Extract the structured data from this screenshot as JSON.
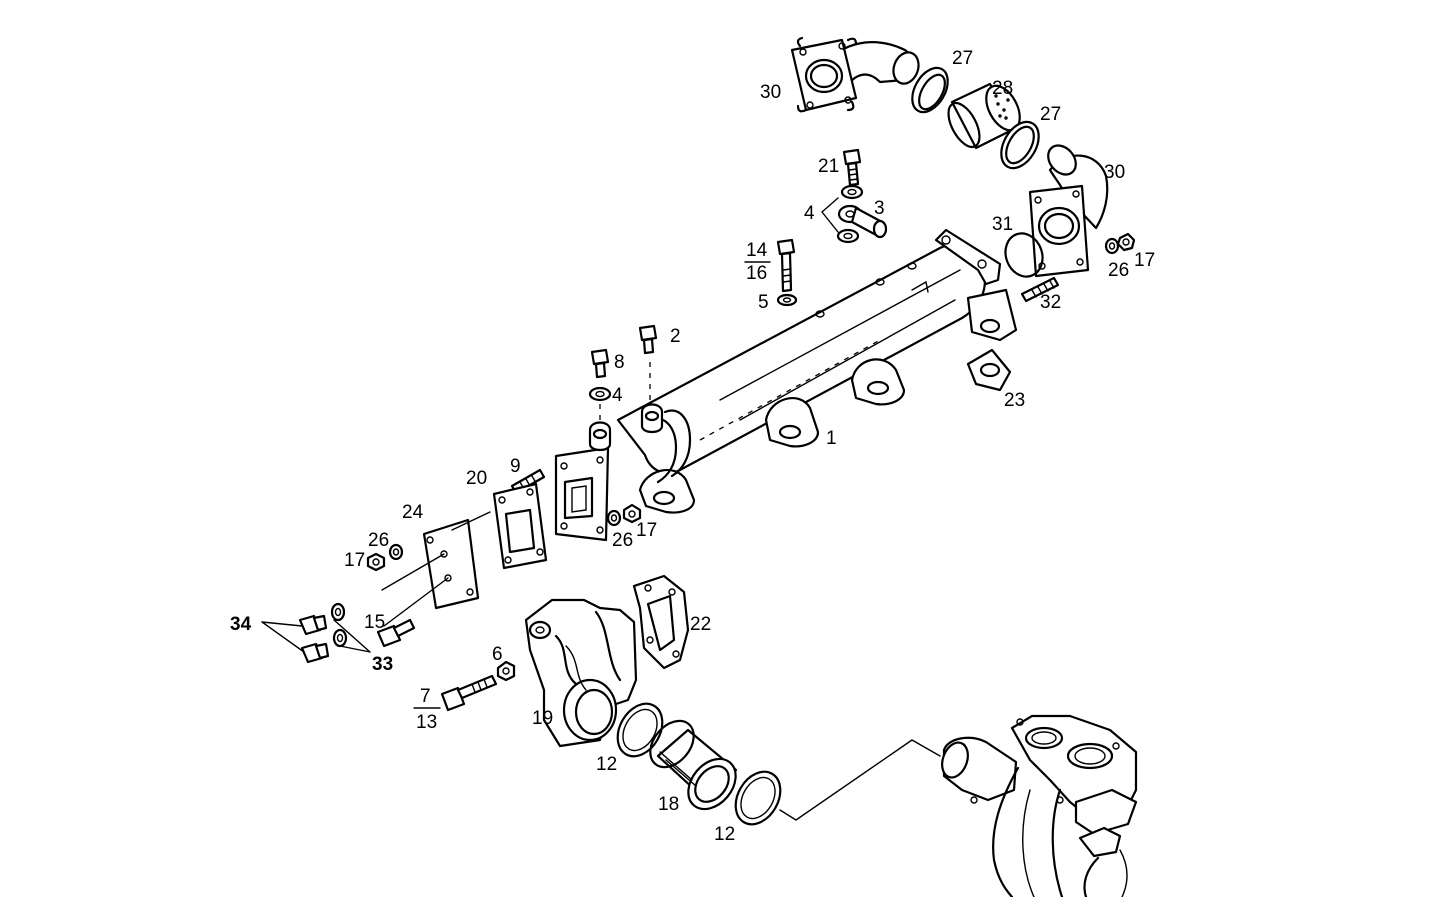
{
  "callouts": [
    {
      "id": "c-30a",
      "text": "30"
    },
    {
      "id": "c-27a",
      "text": "27"
    },
    {
      "id": "c-28",
      "text": "28"
    },
    {
      "id": "c-27b",
      "text": "27"
    },
    {
      "id": "c-30b",
      "text": "30"
    },
    {
      "id": "c-21",
      "text": "21"
    },
    {
      "id": "c-4a",
      "text": "4"
    },
    {
      "id": "c-3",
      "text": "3"
    },
    {
      "id": "c-14",
      "text": "14"
    },
    {
      "id": "c-16",
      "text": "16"
    },
    {
      "id": "c-5",
      "text": "5"
    },
    {
      "id": "c-31",
      "text": "31"
    },
    {
      "id": "c-26a",
      "text": "26"
    },
    {
      "id": "c-17a",
      "text": "17"
    },
    {
      "id": "c-32",
      "text": "32"
    },
    {
      "id": "c-2",
      "text": "2"
    },
    {
      "id": "c-8",
      "text": "8"
    },
    {
      "id": "c-4b",
      "text": "4"
    },
    {
      "id": "c-23",
      "text": "23"
    },
    {
      "id": "c-1",
      "text": "1"
    },
    {
      "id": "c-9",
      "text": "9"
    },
    {
      "id": "c-20",
      "text": "20"
    },
    {
      "id": "c-24",
      "text": "24"
    },
    {
      "id": "c-26b",
      "text": "26"
    },
    {
      "id": "c-17b",
      "text": "17"
    },
    {
      "id": "c-26c",
      "text": "26"
    },
    {
      "id": "c-17c",
      "text": "17"
    },
    {
      "id": "c-22",
      "text": "22"
    },
    {
      "id": "c-34",
      "text": "34"
    },
    {
      "id": "c-15",
      "text": "15"
    },
    {
      "id": "c-33",
      "text": "33"
    },
    {
      "id": "c-6",
      "text": "6"
    },
    {
      "id": "c-7",
      "text": "7"
    },
    {
      "id": "c-13",
      "text": "13"
    },
    {
      "id": "c-19",
      "text": "19"
    },
    {
      "id": "c-12a",
      "text": "12"
    },
    {
      "id": "c-18",
      "text": "18"
    },
    {
      "id": "c-12b",
      "text": "12"
    }
  ]
}
